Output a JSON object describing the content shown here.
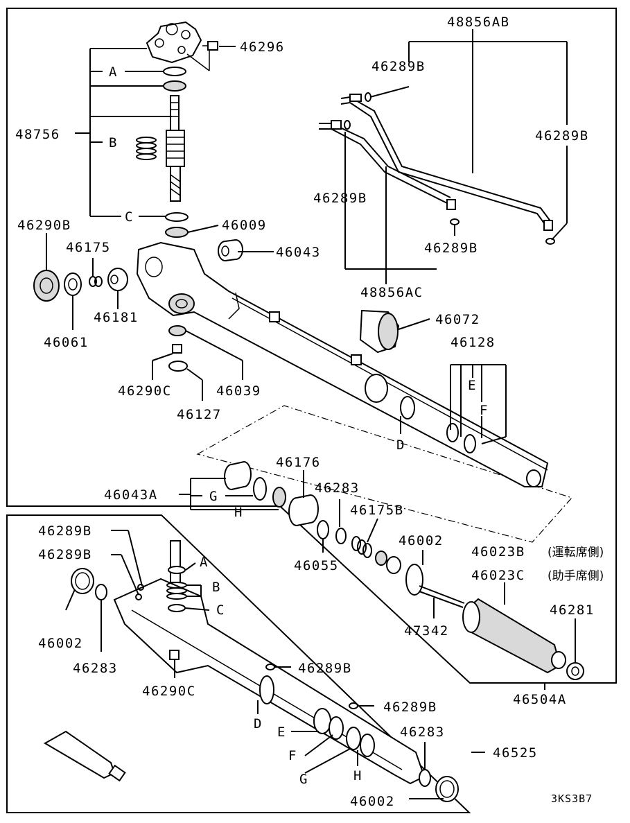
{
  "labels": {
    "p48856AB": "48856AB",
    "p46296": "46296",
    "p46289B_1": "46289B",
    "A_1": "A",
    "p48756": "48756",
    "B_1": "B",
    "p46289B_2": "46289B",
    "p46289B_3": "46289B",
    "C_1": "C",
    "p46290B": "46290B",
    "p46009": "46009",
    "p46175": "46175",
    "p46043": "46043",
    "p46289B_4": "46289B",
    "p48856AC": "48856AC",
    "p46181": "46181",
    "p46072": "46072",
    "p46061": "46061",
    "p46128": "46128",
    "E_1": "E",
    "F_1": "F",
    "p46290C_1": "46290C",
    "p46039": "46039",
    "p46127": "46127",
    "D_1": "D",
    "p46176": "46176",
    "p46043A": "46043A",
    "G_1": "G",
    "p46283_1": "46283",
    "H_1": "H",
    "p46175B": "46175B",
    "p46289B_5": "46289B",
    "p46002_1": "46002",
    "p46023B": "46023B",
    "p46023B_jp": "(運転席側)",
    "p46289B_6": "46289B",
    "A_2": "A",
    "p46055": "46055",
    "p46023C": "46023C",
    "p46023C_jp": "(助手席側)",
    "B_2": "B",
    "C_2": "C",
    "p46281": "46281",
    "p46002_2": "46002",
    "p47342": "47342",
    "p46283_2": "46283",
    "p46289B_7": "46289B",
    "p46290C_2": "46290C",
    "p46504A": "46504A",
    "D_2": "D",
    "p46289B_8": "46289B",
    "E_2": "E",
    "p46283_3": "46283",
    "F_2": "F",
    "p46525": "46525",
    "G_2": "G",
    "H_2": "H",
    "p46002_3": "46002",
    "code": "3KS3B7"
  }
}
